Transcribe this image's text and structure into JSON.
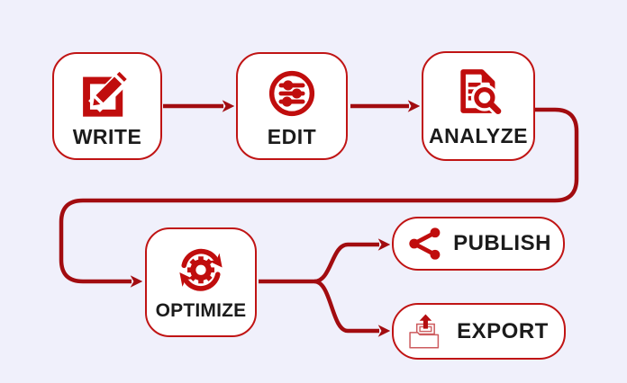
{
  "diagram": {
    "type": "flowchart",
    "nodes": [
      {
        "id": "write",
        "label": "WRITE",
        "icon": "pencil-edit-icon",
        "shape": "rounded-square"
      },
      {
        "id": "edit",
        "label": "EDIT",
        "icon": "sliders-icon",
        "shape": "rounded-square"
      },
      {
        "id": "analyze",
        "label": "ANALYZE",
        "icon": "document-search-icon",
        "shape": "rounded-square"
      },
      {
        "id": "optimize",
        "label": "OPTIMIZE",
        "icon": "gear-refresh-icon",
        "shape": "rounded-square"
      },
      {
        "id": "publish",
        "label": "PUBLISH",
        "icon": "share-icon",
        "shape": "pill"
      },
      {
        "id": "export",
        "label": "EXPORT",
        "icon": "export-folder-icon",
        "shape": "pill"
      }
    ],
    "edges": [
      {
        "from": "WRITE",
        "to": "EDIT"
      },
      {
        "from": "EDIT",
        "to": "ANALYZE"
      },
      {
        "from": "ANALYZE",
        "to": "OPTIMIZE"
      },
      {
        "from": "OPTIMIZE",
        "to": "PUBLISH"
      },
      {
        "from": "OPTIMIZE",
        "to": "EXPORT"
      }
    ],
    "colors": {
      "background": "#f0f0fb",
      "node_fill": "#ffffff",
      "node_border": "#c01414",
      "connector": "#a20c10",
      "icon_red": "#c00d0d",
      "icon_light_red": "#cd5c5f",
      "label_text": "#1b1b1b"
    }
  }
}
